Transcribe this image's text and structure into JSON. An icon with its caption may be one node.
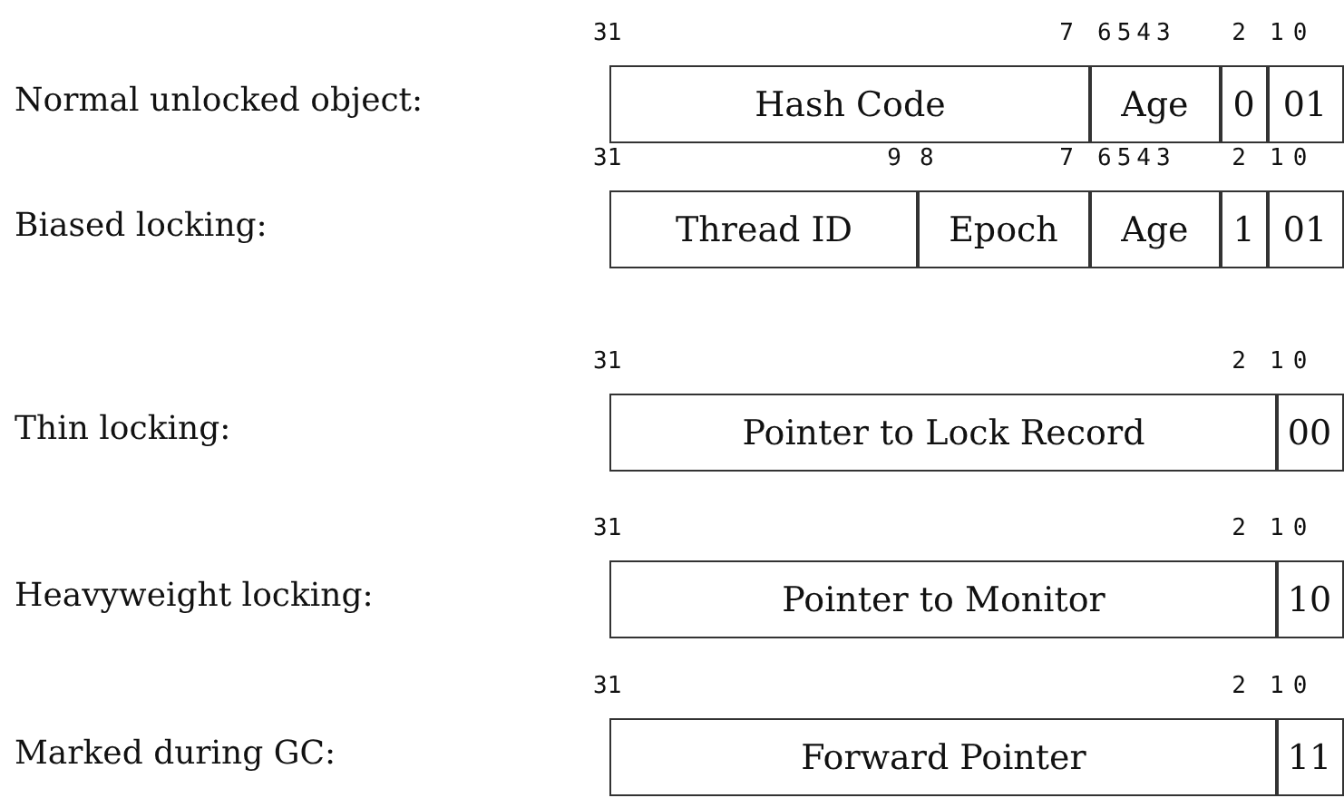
{
  "diagram": {
    "nodes": [
      {
        "text": [
          "Hash Code"
        ]
      },
      {
        "text": [
          "Age"
        ]
      },
      {
        "text": [
          "0"
        ]
      },
      {
        "text": [
          "01"
        ]
      },
      {
        "text": [
          "Thread ID"
        ]
      },
      {
        "text": [
          "Epoch"
        ]
      },
      {
        "text": [
          "Age"
        ]
      },
      {
        "text": [
          "1"
        ]
      },
      {
        "text": [
          "01"
        ]
      },
      {
        "text": [
          "Pointer to Lock Record"
        ]
      },
      {
        "text": [
          "00"
        ]
      },
      {
        "text": [
          "Pointer to Monitor"
        ]
      },
      {
        "text": [
          "10"
        ]
      },
      {
        "text": [
          "Forward Pointer"
        ]
      },
      {
        "text": [
          "11"
        ]
      }
    ],
    "labels": [
      "31",
      "7",
      "6543",
      "2",
      "10",
      "Normal unlocked object:",
      "31",
      "9",
      "8",
      "7",
      "6543",
      "2",
      "10",
      "Biased locking:",
      "31",
      "2",
      "10",
      "Thin locking:",
      "31",
      "2",
      "10",
      "Heavyweight locking:",
      "31",
      "2",
      "10",
      "Marked during GC:"
    ]
  }
}
